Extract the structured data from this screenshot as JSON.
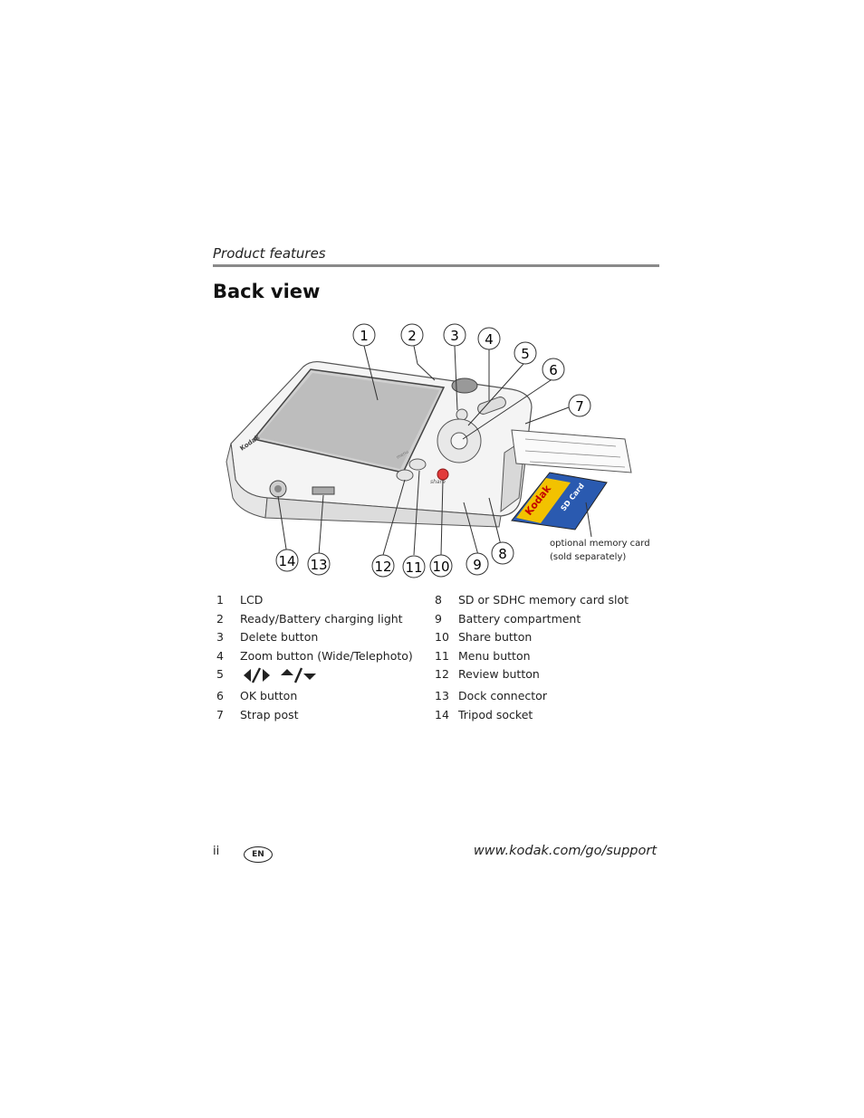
{
  "header": {
    "section": "Product features"
  },
  "title": "Back view",
  "figure": {
    "brand_logo": "Kodak",
    "card_logo": "Kodak",
    "card_text": "SD Card",
    "camera_labels": [
      "Kodak",
      "menu",
      "share"
    ],
    "callouts": [
      "1",
      "2",
      "3",
      "4",
      "5",
      "6",
      "7",
      "8",
      "9",
      "10",
      "11",
      "12",
      "13",
      "14"
    ],
    "note_line1": "optional memory card",
    "note_line2": "(sold separately)"
  },
  "legend": {
    "left": [
      {
        "num": "1",
        "label": "LCD"
      },
      {
        "num": "2",
        "label": "Ready/Battery charging light"
      },
      {
        "num": "3",
        "label": "Delete button"
      },
      {
        "num": "4",
        "label": "Zoom button (Wide/Telephoto)"
      },
      {
        "num": "5",
        "label": "",
        "icons": [
          "arrow-left-right-icon",
          "arrow-up-down-icon"
        ]
      },
      {
        "num": "6",
        "label": "OK button"
      },
      {
        "num": "7",
        "label": "Strap post"
      }
    ],
    "right": [
      {
        "num": "8",
        "label": "SD or SDHC memory card slot"
      },
      {
        "num": "9",
        "label": "Battery compartment"
      },
      {
        "num": "10",
        "label": "Share button"
      },
      {
        "num": "11",
        "label": "Menu button"
      },
      {
        "num": "12",
        "label": "Review button"
      },
      {
        "num": "13",
        "label": "Dock connector"
      },
      {
        "num": "14",
        "label": "Tripod socket"
      }
    ]
  },
  "footer": {
    "page": "ii",
    "language_badge": "EN",
    "url": "www.kodak.com/go/support"
  },
  "colors": {
    "rule": "#8a8a8a",
    "share_button": "#e23b3b",
    "card_blue": "#2a5ab0",
    "card_yellow": "#f2c200"
  }
}
